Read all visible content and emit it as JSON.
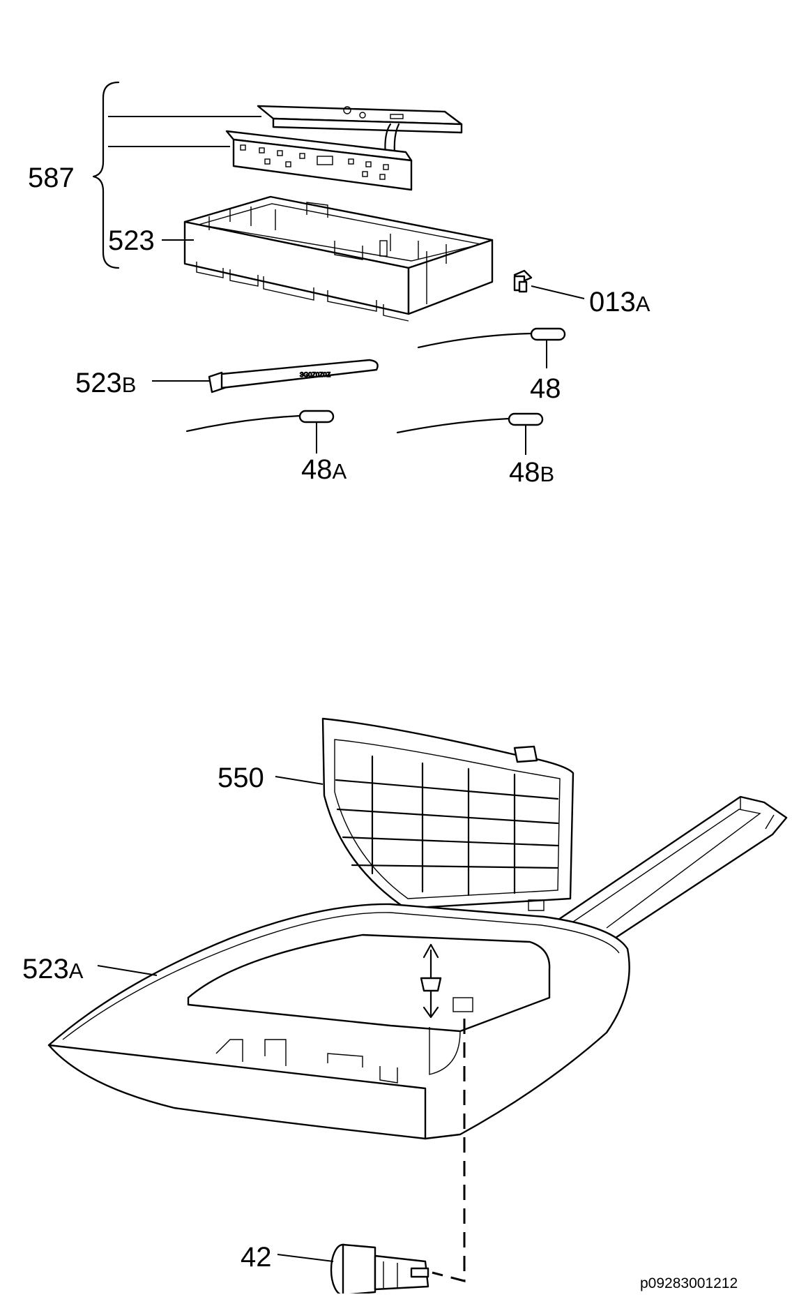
{
  "labels": {
    "l587": "587",
    "l523": "523",
    "l013": "013",
    "l013_sfx": "A",
    "l523b": "523",
    "l523b_sfx": "B",
    "l48": "48",
    "l48a": "48",
    "l48a_sfx": "A",
    "l48b": "48",
    "l48b_sfx": "B",
    "l550": "550",
    "l523a": "523",
    "l523a_sfx": "A",
    "l42": "42"
  },
  "footer_code": "p09283001212",
  "colors": {
    "ink": "#000000",
    "paper": "#ffffff"
  }
}
